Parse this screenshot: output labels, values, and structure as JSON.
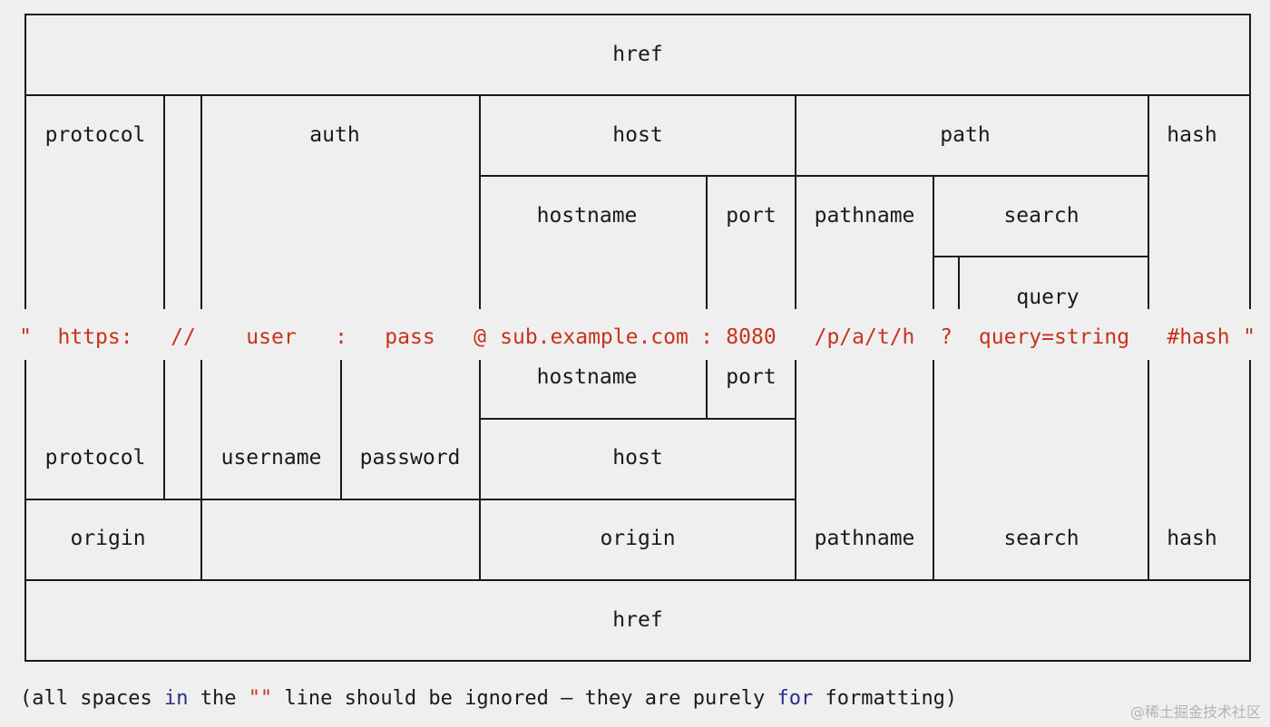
{
  "diagram": {
    "top": {
      "href": "href",
      "protocol": "protocol",
      "auth": "auth",
      "host": "host",
      "path": "path",
      "hash": "hash",
      "hostname": "hostname",
      "port": "port",
      "pathname": "pathname",
      "search": "search",
      "query": "query"
    },
    "url_line": {
      "quote_open": "\"",
      "protocol": "https:",
      "slashes": "//",
      "user": "user",
      "colon1": ":",
      "pass": "pass",
      "at": "@",
      "hostname": "sub.example.com",
      "colon2": ":",
      "port": "8080",
      "pathname": "/p/a/t/h",
      "qmark": "?",
      "query": "query=string",
      "hash": "#hash",
      "quote_close": "\""
    },
    "bottom": {
      "hostname": "hostname",
      "port": "port",
      "protocol": "protocol",
      "username": "username",
      "password": "password",
      "host": "host",
      "origin_left": "origin",
      "origin_right": "origin",
      "pathname": "pathname",
      "search": "search",
      "hash": "hash",
      "href": "href"
    }
  },
  "footnote": {
    "part1": "(all spaces ",
    "kw_in": "in",
    "part2": " the ",
    "quotes": "\"\"",
    "part3": " line should be ignored — they are purely ",
    "kw_for": "for",
    "part4": " formatting)"
  },
  "watermark": "@稀土掘金技术社区",
  "colors": {
    "text": "#1a1a1a",
    "url": "#c8331a",
    "keyword": "#2a2e8a",
    "line": "#1a1a1a",
    "background": "#efefef"
  }
}
